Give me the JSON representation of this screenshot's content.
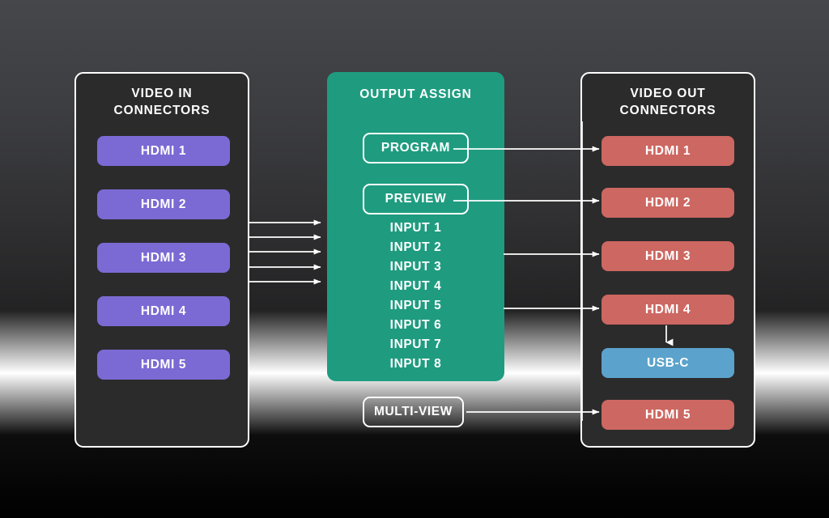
{
  "diagram": {
    "title_hidden": "",
    "colors": {
      "input_chip": "#7b6ad4",
      "output_chip": "#cd6761",
      "usbc_chip": "#5ba3cc",
      "assign_panel": "#1f9c80",
      "panel_fill": "#2b2b2c",
      "stroke": "#ffffff",
      "background_top": "#46474b",
      "background_bottom": "#000000"
    }
  },
  "video_in": {
    "title_line1": "VIDEO IN",
    "title_line2": "CONNECTORS",
    "connectors": [
      {
        "label": "HDMI 1"
      },
      {
        "label": "HDMI 2"
      },
      {
        "label": "HDMI 3"
      },
      {
        "label": "HDMI 4"
      },
      {
        "label": "HDMI 5"
      }
    ]
  },
  "output_assign": {
    "title": "OUTPUT ASSIGN",
    "buses": [
      {
        "label": "PROGRAM"
      },
      {
        "label": "PREVIEW"
      }
    ],
    "inputs": [
      {
        "label": "INPUT 1"
      },
      {
        "label": "INPUT 2"
      },
      {
        "label": "INPUT 3"
      },
      {
        "label": "INPUT 4"
      },
      {
        "label": "INPUT 5"
      },
      {
        "label": "INPUT 6"
      },
      {
        "label": "INPUT 7"
      },
      {
        "label": "INPUT 8"
      }
    ],
    "multiview": {
      "label": "MULTI-VIEW"
    }
  },
  "video_out": {
    "title_line1": "VIDEO OUT",
    "title_line2": "CONNECTORS",
    "connectors": [
      {
        "label": "HDMI 1",
        "kind": "hdmi"
      },
      {
        "label": "HDMI 2",
        "kind": "hdmi"
      },
      {
        "label": "HDMI 3",
        "kind": "hdmi"
      },
      {
        "label": "HDMI 4",
        "kind": "hdmi"
      },
      {
        "label": "USB-C",
        "kind": "usbc"
      },
      {
        "label": "HDMI 5",
        "kind": "hdmi"
      }
    ]
  }
}
